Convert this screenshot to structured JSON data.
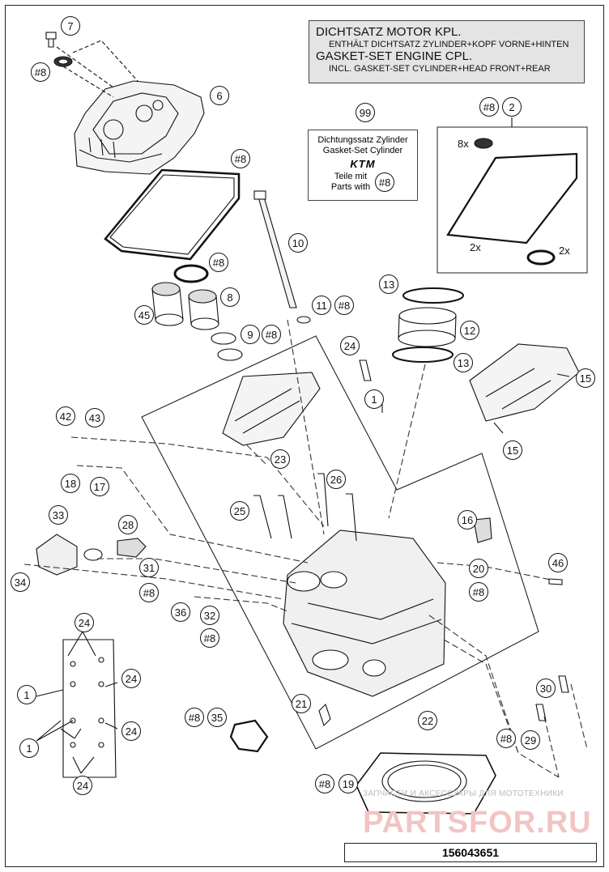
{
  "info": {
    "line1": "DICHTSATZ MOTOR KPL.",
    "line2": "ENTHÄLT DICHTSATZ ZYLINDER+KOPF VORNE+HINTEN",
    "line3": "GASKET-SET ENGINE CPL.",
    "line4": "INCL. GASKET-SET CYLINDER+HEAD FRONT+REAR"
  },
  "kit": {
    "line1": "Dichtungssatz Zylinder",
    "line2": "Gasket-Set Cylinder",
    "logo": "KTM",
    "line3": "Teile mit",
    "line4": "Parts with",
    "ref": "#8"
  },
  "callouts": {
    "c7": "7",
    "c8a": "#8",
    "c6": "6",
    "c8b": "#8",
    "c99": "99",
    "c8c": "#8",
    "c2": "2",
    "c10": "10",
    "c8d": "#8",
    "c45": "45",
    "c8": "8",
    "c9": "9",
    "c8e": "#8",
    "c11": "11",
    "c8f": "#8",
    "c13a": "13",
    "c12": "12",
    "c13b": "13",
    "c24": "24",
    "c1a": "1",
    "c15a": "15",
    "c15b": "15",
    "c42": "42",
    "c43": "43",
    "c23": "23",
    "c18": "18",
    "c17": "17",
    "c26": "26",
    "c25": "25",
    "c33": "33",
    "c28": "28",
    "c16": "16",
    "c46": "46",
    "c31": "31",
    "c20": "20",
    "c8g": "#8",
    "c34": "34",
    "c8h": "#8",
    "c36": "36",
    "c32": "32",
    "c8i": "#8",
    "c24a": "24",
    "c24b": "24",
    "c1b": "1",
    "c24c": "24",
    "c1c": "1",
    "c24d": "24",
    "c21": "21",
    "c8j": "#8",
    "c35": "35",
    "c22": "22",
    "c30": "30",
    "c8k": "#8",
    "c29": "29",
    "c8l": "#8",
    "c19": "19"
  },
  "tags": {
    "x8": "8x",
    "x2a": "2x",
    "x2b": "2x"
  },
  "watermark": {
    "text": "ЗАПЧАСТИ И АКСЕССУАРЫ ДЛЯ МОТОТЕХНИКИ",
    "logo": "PARTSFOR.RU"
  },
  "footer": {
    "code": "156043651"
  },
  "colors": {
    "line": "#111111",
    "info_bg": "#e4e4e4",
    "watermark": "#f2c4c4"
  }
}
